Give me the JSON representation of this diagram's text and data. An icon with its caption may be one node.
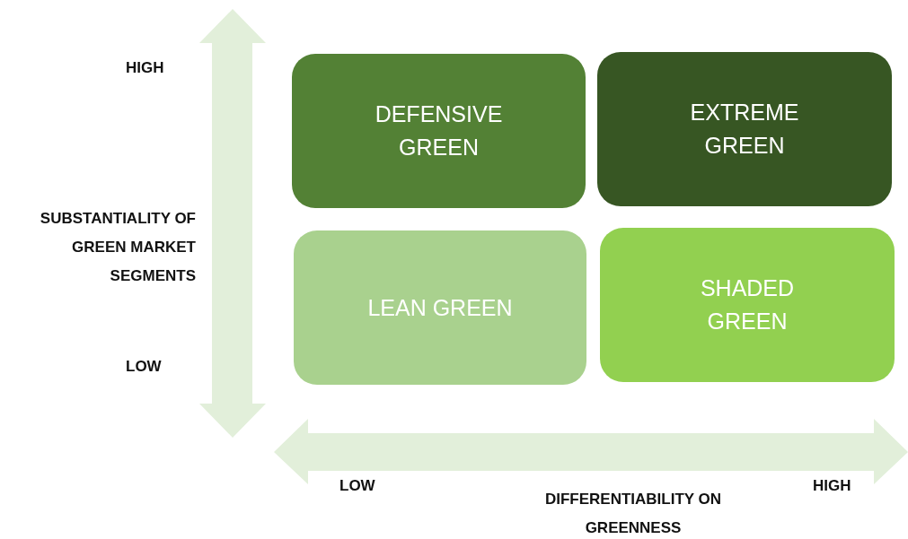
{
  "diagram": {
    "nodes": [
      {
        "text": [
          "DEFENSIVE GREEN"
        ]
      },
      {
        "text": [
          "EXTREME GREEN"
        ]
      },
      {
        "text": [
          "LEAN GREEN"
        ]
      },
      {
        "text": [
          "SHADED GREEN"
        ]
      }
    ],
    "labels": [
      "HIGH",
      "SUBSTANTIALITY OF GREEN MARKET SEGMENTS",
      "LOW",
      "LOW",
      "HIGH",
      "DIFFERENTIABILITY ON GREENNESS"
    ]
  }
}
